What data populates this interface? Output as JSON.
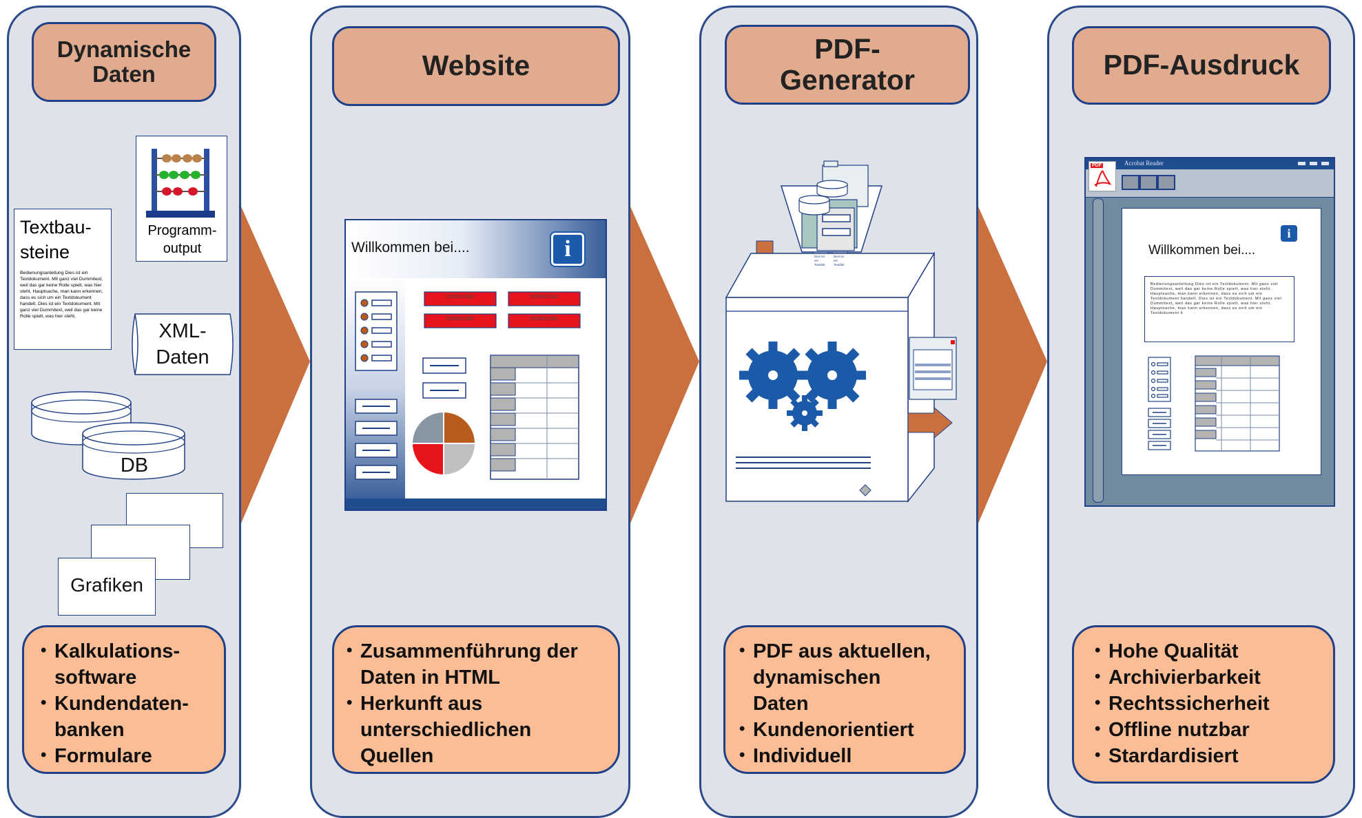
{
  "columns": [
    {
      "title": "Dynamische Daten",
      "title_lines": [
        "Dynamische",
        "Daten"
      ],
      "bullets": [
        [
          "Kalkulations-",
          "software"
        ],
        [
          "Kundendaten-",
          "banken"
        ],
        [
          "Formulare"
        ]
      ]
    },
    {
      "title": "Website",
      "title_lines": [
        "Website"
      ],
      "bullets": [
        [
          "Zusammenführung der",
          "Daten in HTML"
        ],
        [
          "Herkunft aus",
          "unterschiedlichen",
          "Quellen"
        ]
      ]
    },
    {
      "title": "PDF-Generator",
      "title_lines": [
        "PDF-",
        "Generator"
      ],
      "bullets": [
        [
          "PDF aus aktuellen,",
          "dynamischen",
          "Daten"
        ],
        [
          "Kundenorientiert"
        ],
        [
          "Individuell"
        ]
      ]
    },
    {
      "title": "PDF-Ausdruck",
      "title_lines": [
        "PDF-Ausdruck"
      ],
      "bullets": [
        [
          "Hohe Qualität"
        ],
        [
          "Archivierbarkeit"
        ],
        [
          "Rechtssicherheit"
        ],
        [
          "Offline nutzbar"
        ],
        [
          "Stardardisiert"
        ]
      ]
    }
  ],
  "sources": {
    "textbausteine_title": [
      "Textbau-",
      "steine"
    ],
    "textbausteine_body": "Bedienungsanleitung Dies ist ein Textdokument. Mit ganz viel Dummitext, weil das gar keine Rolle spielt, was hier steht, Hauptsache, man kann erkennen, dass es sich um ein Textdokument handelt. Dies ist ein Textdokument. Mit ganz viel Dummitext, weil das gar keine Rolle spielt, was hier steht,",
    "programm_output": [
      "Programm-",
      "output"
    ],
    "xml": [
      "XML-",
      "Daten"
    ],
    "db": "DB",
    "grafiken": "Grafiken"
  },
  "website": {
    "welcome": "Willkommen bei....",
    "download_label": "DOWNLOAD",
    "pie_colors": [
      "#b85c1e",
      "#c0c0c0",
      "#e8141c",
      "#8896a4"
    ]
  },
  "generator": {
    "doc_text": "Dies ist ein Textdok"
  },
  "reader": {
    "app_title": "Acrobat Reader",
    "pdf_badge": "PDF",
    "welcome": "Willkommen bei....",
    "doc_text": "Bedienungsanleitung Dies ist ein Textdokument. Mit ganz viel Dummitext, weil das gar keine Rolle spielt, was hier steht. Hauptsache, man kann erkennen, dass es sich um ein Textdokument handelt. Dies ist ein Textdokument. Mit ganz viel Dummitext, weil das gar keine Rolle spielt, was hier steht. Hauptsache, man kann erkennen, dass es sich um ein Textdokument h"
  },
  "colors": {
    "column_bg": "#dfe2e8",
    "title_bg": "#e0ab8e",
    "bullet_bg": "#fbbd95",
    "arrow": "#c9703e",
    "border": "#1f3f86",
    "accent_blue": "#1b5aa8"
  }
}
